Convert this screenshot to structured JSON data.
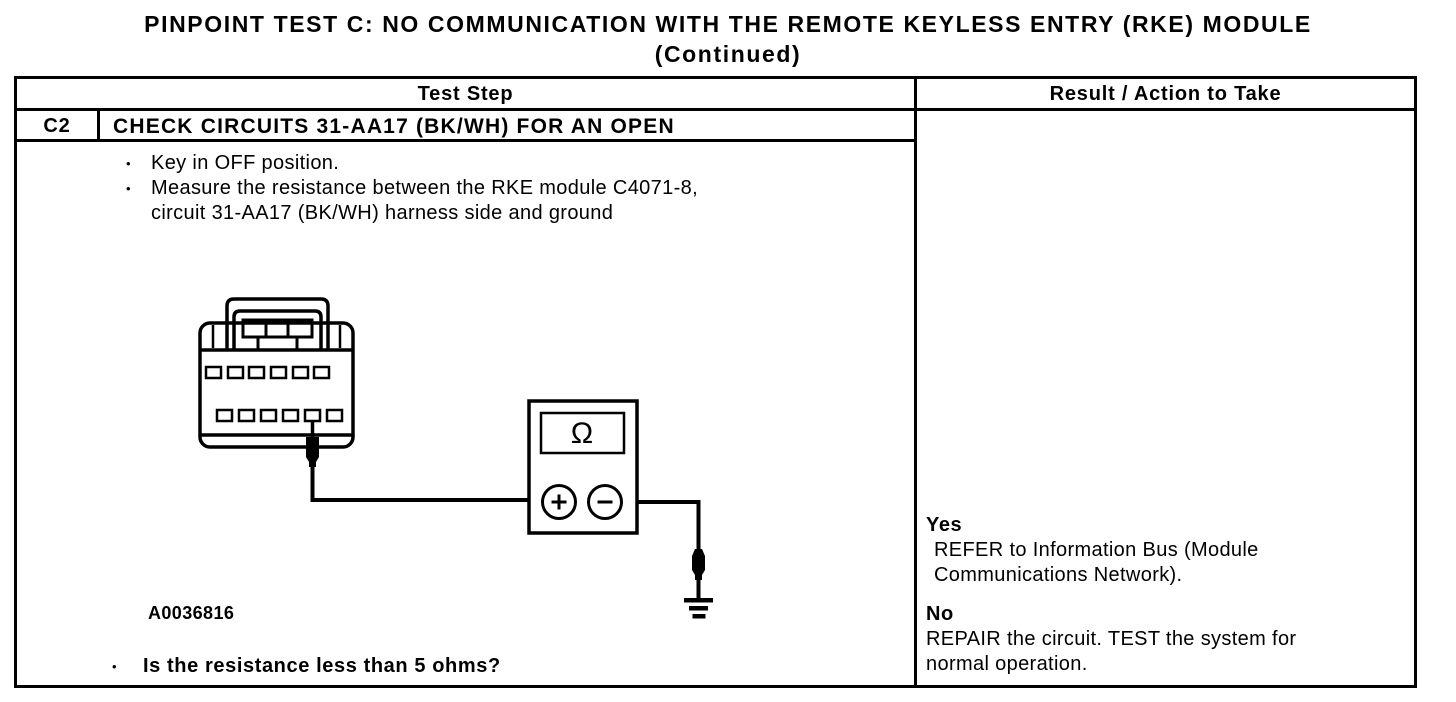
{
  "page_title": {
    "line1": "PINPOINT TEST C: NO COMMUNICATION WITH THE REMOTE KEYLESS ENTRY (RKE) MODULE",
    "line2": "(Continued)"
  },
  "table": {
    "headers": {
      "test_step": "Test Step",
      "result_action": "Result / Action to Take"
    },
    "step": {
      "id": "C2",
      "title": "CHECK CIRCUITS 31-AA17 (BK/WH) FOR AN OPEN",
      "instructions": [
        "Key in OFF position.",
        "Measure the resistance between the RKE module C4071-8, circuit 31-AA17 (BK/WH) harness side and ground"
      ],
      "figure_id": "A0036816",
      "question": "Is the resistance less than 5 ohms?"
    },
    "results": [
      {
        "answer": "Yes",
        "action": "REFER to Information Bus (Module Communications Network)."
      },
      {
        "answer": "No",
        "action": "REPAIR the circuit. TEST the system for normal operation."
      }
    ]
  },
  "diagram": {
    "ohm_symbol": "Ω",
    "positive_terminal_label": "+",
    "negative_terminal_label": "−",
    "elements": [
      "rke-module-connector",
      "test-probe",
      "ohmmeter",
      "ground-symbol"
    ]
  },
  "colors": {
    "ink": "#000000",
    "paper": "#ffffff"
  }
}
